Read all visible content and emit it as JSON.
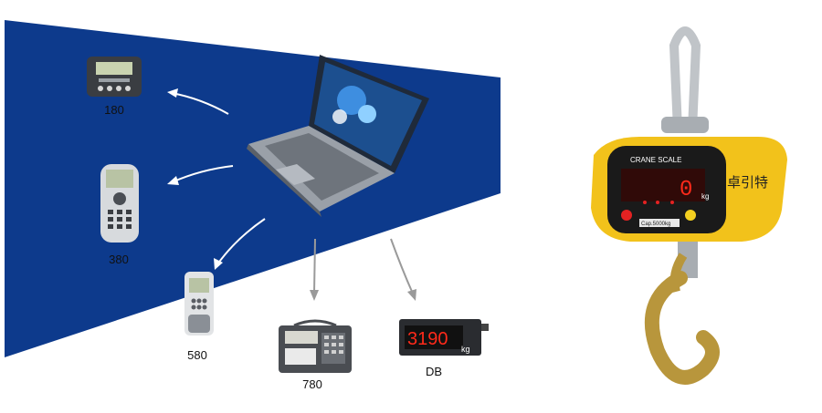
{
  "devices": [
    {
      "label": "180"
    },
    {
      "label": "380"
    },
    {
      "label": "580"
    },
    {
      "label": "780"
    },
    {
      "label": "DB"
    }
  ],
  "db_display": {
    "digits": "3190",
    "unit": "kg"
  },
  "crane_scale": {
    "title": "CRANE SCALE",
    "reading": "0",
    "unit": "kg",
    "capacity": "Cap.5000kg",
    "brand": "卓引特"
  },
  "colors": {
    "background_panel": "#0d3a8c",
    "scale_body": "#f2c21b",
    "scale_face": "#1a1a1a",
    "led_red": "#ff2a1a",
    "hook": "#b8963c"
  }
}
